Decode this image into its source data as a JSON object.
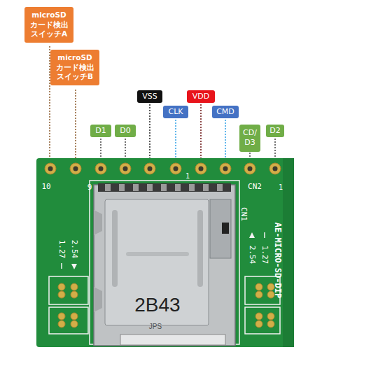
{
  "diagram": {
    "nodes": [
      {
        "text": [
          "microSD カード検出 スイッチA"
        ]
      },
      {
        "text": [
          "microSD カード検出 スイッチB"
        ]
      },
      {
        "text": [
          "VSS"
        ]
      },
      {
        "text": [
          "VDD"
        ]
      },
      {
        "text": [
          "CLK"
        ]
      },
      {
        "text": [
          "CMD"
        ]
      },
      {
        "text": [
          "D1"
        ]
      },
      {
        "text": [
          "D0"
        ]
      },
      {
        "text": [
          "CD/ D3"
        ]
      },
      {
        "text": [
          "D2"
        ]
      }
    ],
    "labels": [
      "10",
      "9",
      "1",
      "CN2",
      "1",
      "CN1",
      "1.27",
      "2.54",
      "2.54",
      "1.27",
      "AE-MICRO-SD-DIP",
      "2B43",
      "JPS"
    ]
  }
}
